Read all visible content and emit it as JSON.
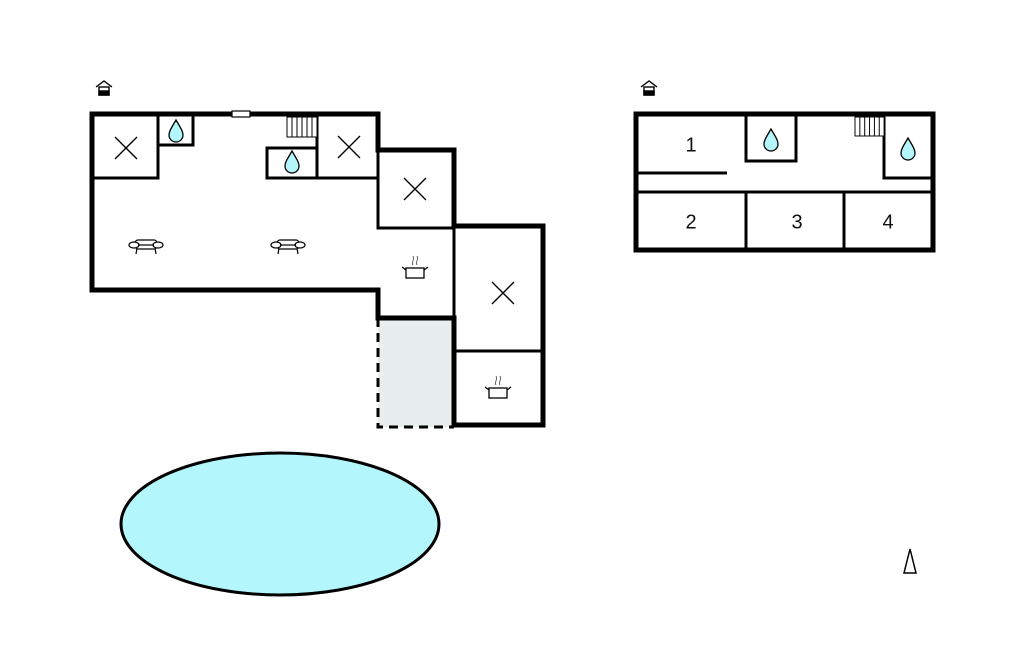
{
  "plans": [
    {
      "name": "ground-floor",
      "icon": "house-entrance-icon"
    },
    {
      "name": "upper-floor",
      "icon": "house-entrance-icon",
      "rooms": [
        {
          "label": "1"
        },
        {
          "label": "2"
        },
        {
          "label": "3"
        },
        {
          "label": "4"
        }
      ]
    }
  ],
  "colors": {
    "wall": "#000000",
    "water": "#b3f7fc",
    "terrace": "#e8eeee"
  },
  "symbols": [
    "bed-icon",
    "bathroom-drop-icon",
    "stairs-icon",
    "sofa-icon",
    "kitchen-pot-icon",
    "pool",
    "north-arrow-icon"
  ]
}
